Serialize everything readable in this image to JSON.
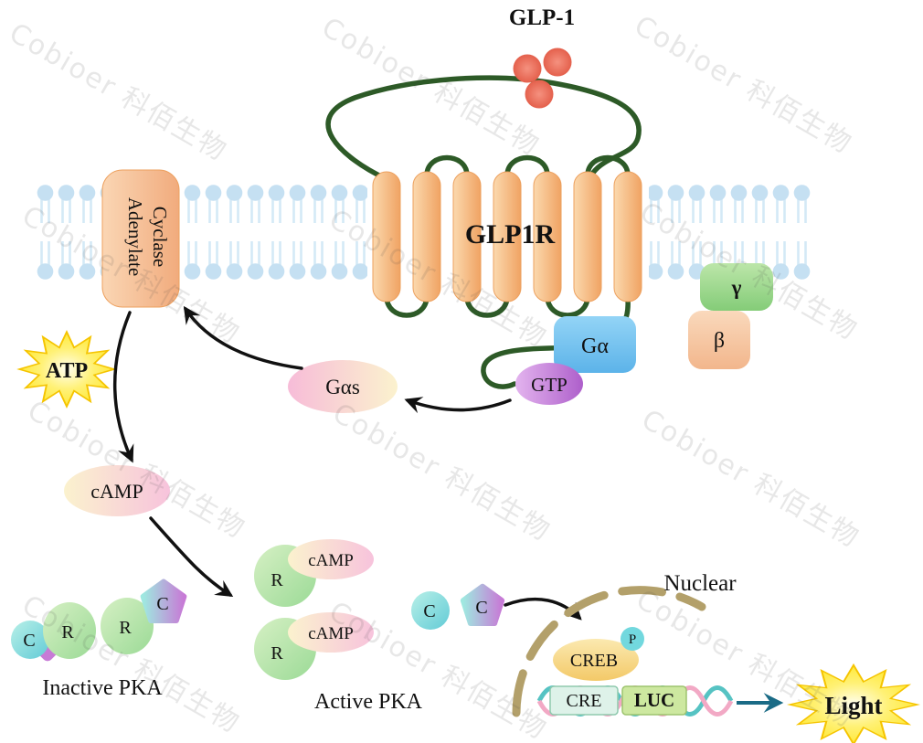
{
  "watermark": {
    "text": "Cobioer 科佰生物"
  },
  "ligand": {
    "title": "GLP-1"
  },
  "receptor": {
    "label": "GLP1R"
  },
  "adenylate_cyclase": {
    "word1": "Adenylate",
    "word2": "Cyclase"
  },
  "g_protein": {
    "g_alpha": "Gα",
    "g_alpha_s": "Gαs",
    "gtp": "GTP",
    "beta": "β",
    "gamma": "γ"
  },
  "second_messenger": {
    "atp": "ATP",
    "camp": "cAMP"
  },
  "pka": {
    "inactive_label": "Inactive PKA",
    "active_label": "Active PKA",
    "r_subunit": "R",
    "c_subunit": "C",
    "camp": "cAMP"
  },
  "nucleus": {
    "label": "Nuclear",
    "creb": "CREB",
    "phospho": "P",
    "cre": "CRE",
    "luc": "LUC"
  },
  "output": {
    "light": "Light"
  },
  "colors": {
    "ligand_red": "#E4604C",
    "receptor_orange": "#F4AE6E",
    "loop_green": "#2D5A27",
    "membrane_blue": "#C5E0F2",
    "g_alpha_blue": "#6FC0EE",
    "gtp_purple": "#B566CE",
    "gas_pink": "#F7BCD8",
    "atp_text_green": "#0CA43B",
    "luc_text_magenta": "#B94FC1",
    "nuclear_envelope_tan": "#B3A06A",
    "dna_teal": "#56C3C3",
    "dna_pink": "#F2A9C5",
    "arrow_black": "#111111",
    "star_yellow": "#FFE93A"
  }
}
